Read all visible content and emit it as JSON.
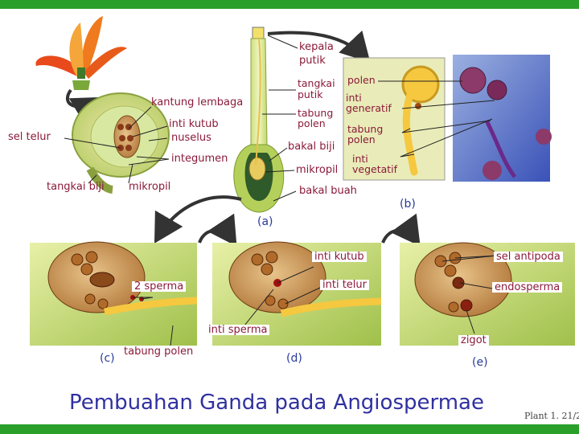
{
  "title": "Pembuahan Ganda pada Angiospermae",
  "page_number": "Plant 1. 21/2",
  "colors": {
    "frame_green": "#2aa02a",
    "label_text": "#8b1a3a",
    "title_text": "#3030a0",
    "panel_letter": "#2a3a9a"
  },
  "panels": {
    "a": "(a)",
    "b": "(b)",
    "c": "(c)",
    "d": "(d)",
    "e": "(e)"
  },
  "labels": {
    "kantung_lembaga": "kantung lembaga",
    "inti_kutub_top": "inti kutub",
    "nuselus": "nuselus",
    "sel_telur": "sel telur",
    "integumen": "integumen",
    "tangkai_biji": "tangkai biji",
    "mikropil_left": "mikropil",
    "kepala_putik_1": "kepala",
    "kepala_putik_2": "putik",
    "tangkai_putik_1": "tangkai",
    "tangkai_putik_2": "putik",
    "tabung_polen_a_1": "tabung",
    "tabung_polen_a_2": "polen",
    "bakal_biji": "bakal biji",
    "mikropil_a": "mikropil",
    "bakal_buah": "bakal buah",
    "polen": "polen",
    "inti_generatif_1": "inti",
    "inti_generatif_2": "generatif",
    "tabung_polen_b_1": "tabung",
    "tabung_polen_b_2": "polen",
    "inti_vegetatif_1": "inti",
    "inti_vegetatif_2": "vegetatif",
    "dua_sperma": "2 sperma",
    "tabung_polen_c": "tabung polen",
    "inti_kutub_d": "inti kutub",
    "inti_telur": "inti telur",
    "inti_sperma": "inti sperma",
    "sel_antipoda": "sel antipoda",
    "endosperma": "endosperma",
    "zigot": "zigot"
  }
}
